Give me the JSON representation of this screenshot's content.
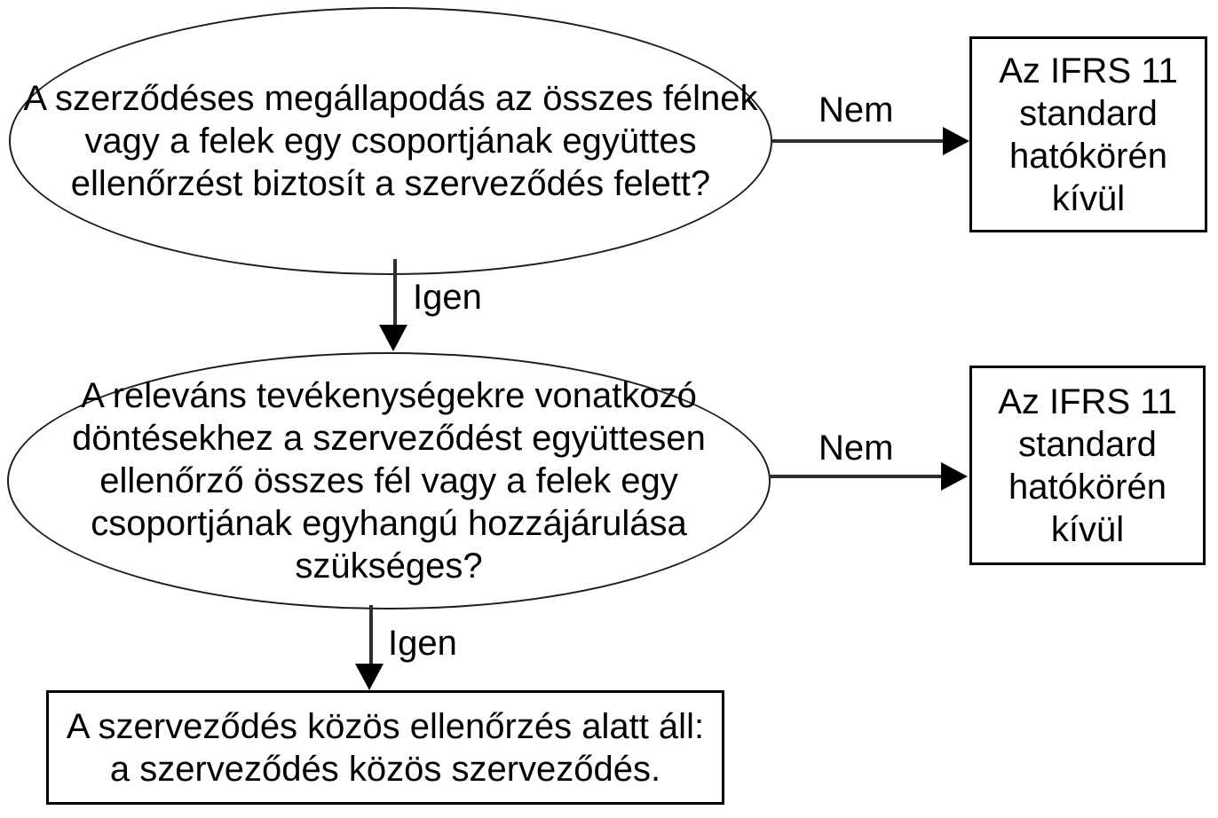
{
  "diagram": {
    "type": "flowchart",
    "language": "hu",
    "colors": {
      "background": "#ffffff",
      "stroke": "#000000",
      "text": "#000000"
    },
    "nodes": {
      "q1": {
        "shape": "ellipse",
        "text": "A szerződéses megállapodás az összes félnek\nvagy a felek egy csoportjának együttes\nellenőrzést biztosít a szerveződés felett?"
      },
      "q2": {
        "shape": "ellipse",
        "text": "A releváns tevékenységekre vonatkozó\ndöntésekhez a szerveződést együttesen\nellenőrző összes fél vagy a felek egy\ncsoportjának egyhangú hozzájárulása\nszükséges?"
      },
      "out1": {
        "shape": "rect",
        "text": "Az IFRS 11\nstandard\nhatókörén\nkívül"
      },
      "out2": {
        "shape": "rect",
        "text": "Az IFRS 11\nstandard\nhatókörén\nkívül"
      },
      "result": {
        "shape": "rect",
        "text": "A szerveződés közös ellenőrzés alatt áll:\na szerveződés közös szerveződés."
      }
    },
    "edges": {
      "q1_no": {
        "from": "q1",
        "to": "out1",
        "label": "Nem",
        "direction": "right"
      },
      "q1_yes": {
        "from": "q1",
        "to": "q2",
        "label": "Igen",
        "direction": "down"
      },
      "q2_no": {
        "from": "q2",
        "to": "out2",
        "label": "Nem",
        "direction": "right"
      },
      "q2_yes": {
        "from": "q2",
        "to": "result",
        "label": "Igen",
        "direction": "down"
      }
    }
  }
}
